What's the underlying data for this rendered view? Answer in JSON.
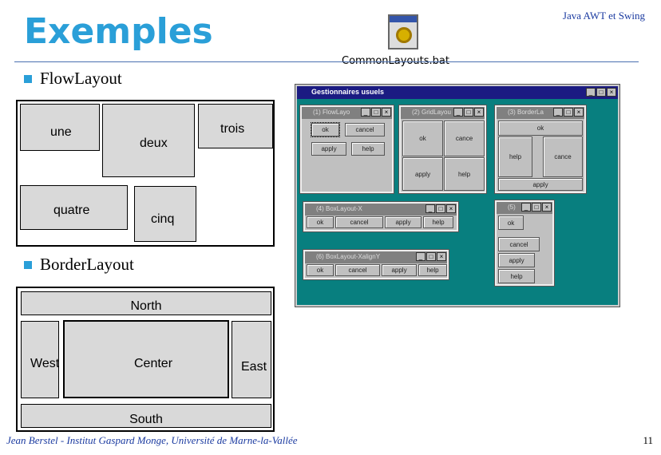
{
  "slide": {
    "title": "Exemples",
    "header_right": "Java AWT et Swing",
    "bat_label": "CommonLayouts.bat",
    "footer": "Jean Berstel  -  Institut Gaspard Monge, Université de Marne-la-Vallée",
    "page_number": "11",
    "accent_color": "#2a9fd8"
  },
  "bullets": [
    {
      "label": "FlowLayout"
    },
    {
      "label": "BorderLayout"
    }
  ],
  "flow": {
    "une": "une",
    "deux": "deux",
    "trois": "trois",
    "quatre": "quatre",
    "cinq": "cinq"
  },
  "border": {
    "north": "North",
    "west": "West",
    "center": "Center",
    "east": "East",
    "south": "South"
  },
  "screenshot": {
    "main_title": "Gestionnaires usuels",
    "win_flow": {
      "title": "(1) FlowLayo",
      "buttons": [
        "ok",
        "cancel",
        "apply",
        "help"
      ]
    },
    "win_grid": {
      "title": "(2) GridLayou",
      "buttons": [
        "ok",
        "cance",
        "apply",
        "help"
      ]
    },
    "win_border": {
      "title": "(3) BorderLa",
      "buttons": [
        "ok",
        "help",
        "cance",
        "apply"
      ]
    },
    "win_boxx": {
      "title": "(4) BoxLayout-X",
      "buttons": [
        "ok",
        "cancel",
        "apply",
        "help"
      ]
    },
    "win_boxy": {
      "title": "(5)",
      "buttons": [
        "ok",
        "cancel",
        "apply",
        "help"
      ]
    },
    "win_boxxy": {
      "title": "(6) BoxLayout-XalignY",
      "buttons": [
        "ok",
        "cancel",
        "apply",
        "help"
      ]
    },
    "ctrl_min": "_",
    "ctrl_max": "□",
    "ctrl_close": "×"
  }
}
